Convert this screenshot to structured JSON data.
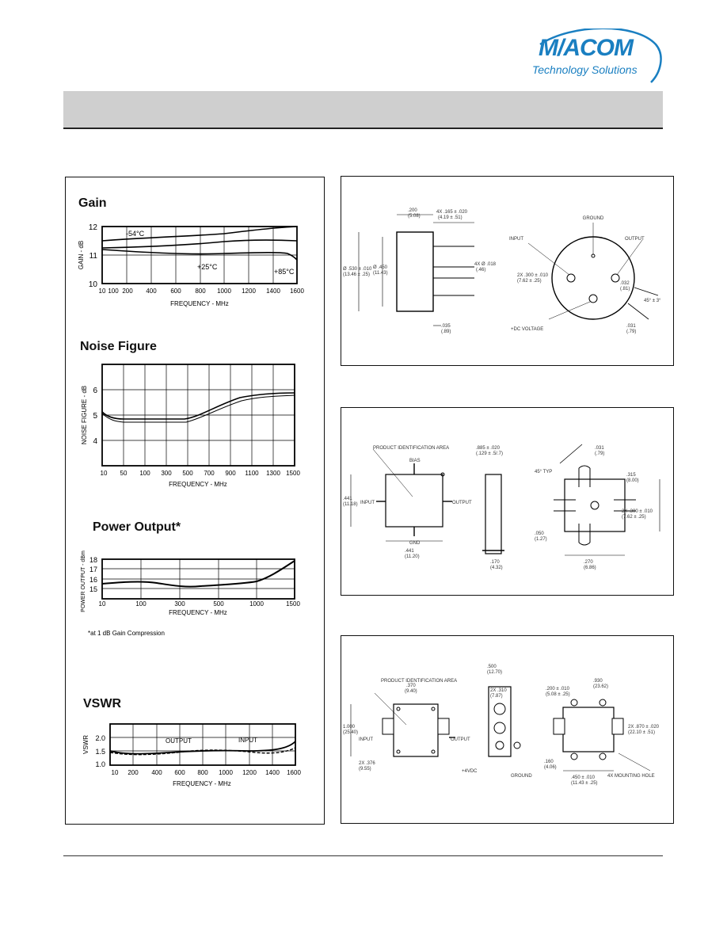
{
  "brand": {
    "name": "M/ACOM",
    "tagline": "Technology Solutions",
    "color": "#1a7fc1"
  },
  "performance": {
    "gain": {
      "title": "Gain",
      "ylabel": "GAIN - dB",
      "xlabel": "FREQUENCY - MHz",
      "y_ticks": [
        "12",
        "11",
        "10"
      ],
      "x_ticks": [
        "10",
        "100",
        "200",
        "400",
        "600",
        "800",
        "1000",
        "1200",
        "1400",
        "1600"
      ],
      "annotations": [
        "-54°C",
        "+25°C",
        "+85°C"
      ]
    },
    "noise_figure": {
      "title": "Noise Figure",
      "ylabel": "NOISE FIGURE - dB",
      "xlabel": "FREQUENCY - MHz",
      "y_ticks": [
        "6",
        "5",
        "4"
      ],
      "x_ticks": [
        "10",
        "50",
        "100",
        "300",
        "500",
        "700",
        "900",
        "1100",
        "1300",
        "1500"
      ]
    },
    "power_output": {
      "title": "Power Output*",
      "ylabel": "POWER OUTPUT - dBm",
      "xlabel": "FREQUENCY - MHz",
      "y_ticks": [
        "18",
        "17",
        "16",
        "15"
      ],
      "x_ticks": [
        "10",
        "100",
        "300",
        "500",
        "1000",
        "1500"
      ],
      "footnote": "*at 1 dB Gain Compression"
    },
    "vswr": {
      "title": "VSWR",
      "ylabel": "VSWR",
      "xlabel": "FREQUENCY - MHz",
      "y_ticks": [
        "2.0",
        "1.5",
        "1.0"
      ],
      "x_ticks": [
        "10",
        "200",
        "400",
        "600",
        "800",
        "1000",
        "1200",
        "1400",
        "1600"
      ],
      "annotations": [
        "OUTPUT",
        "INPUT"
      ]
    }
  },
  "outline_to8": {
    "labels": {
      "ground": "GROUND",
      "input": "INPUT",
      "output": "OUTPUT",
      "dc": "+DC VOLTAGE"
    },
    "dims": {
      "d1": ".200",
      "d1m": "(5.08)",
      "d2": "4X .165 ± .020",
      "d2m": "(4.19 ± .51)",
      "d3": "Ø .530 ± .010",
      "d3m": "(13.46 ± .25)",
      "d4": "Ø .450",
      "d4m": "(11.43)",
      "d5": "4X Ø .018",
      "d5m": "(.46)",
      "d6": ".035",
      "d6m": "(.89)",
      "d7": "2X .300 ± .010",
      "d7m": "(7.62 ± .25)",
      "d8": ".032",
      "d8m": "(.81)",
      "d9": "45° ± 3°",
      "d10": ".031",
      "d10m": "(.79)"
    }
  },
  "outline_surface": {
    "labels": {
      "pid": "PRODUCT IDENTIFICATION AREA",
      "bias": "BIAS",
      "input": "INPUT",
      "output": "OUTPUT",
      "gnd": "GND"
    },
    "dims": {
      "a": ".441",
      "am": "(11.18)",
      "b": ".885 ± .020",
      "bm": "(.129 ± .5/.7)",
      "c": ".170",
      "cm": "(4.32)",
      "d": ".031",
      "dm": "(.79)",
      "e": ".441",
      "em": "(11.20)",
      "f": "45° TYP",
      "g": ".315",
      "gm": "(8.00)",
      "h": "2X .300 ± .010",
      "hm": "(7.62 ± .25)",
      "i": ".050",
      "im": "(1.27)",
      "j": ".270",
      "jm": "(6.86)"
    }
  },
  "outline_connectorized": {
    "labels": {
      "pid": "PRODUCT IDENTIFICATION AREA",
      "input": "INPUT",
      "output": "OUTPUT",
      "vdc": "+4VDC",
      "ground": "GROUND",
      "mount": "4X MOUNTING HOLE"
    },
    "dims": {
      "a": ".500",
      "am": "(12.70)",
      "b": ".370",
      "bm": "(9.40)",
      "c": "1.000",
      "cm": "(25.40)",
      "d": "2X .376",
      "dm": "(9.55)",
      "e": "2X .310",
      "em": "(7.87)",
      "f": ".200 ± .010",
      "fm": "(5.08 ± .25)",
      "g": ".930",
      "gm": "(23.62)",
      "h": ".160",
      "hm": "(4.06)",
      "i": ".450 ± .010",
      "im": "(11.43 ± .25)",
      "j": "2X .870 ± .020",
      "jm": "(22.10 ± .51)"
    }
  }
}
